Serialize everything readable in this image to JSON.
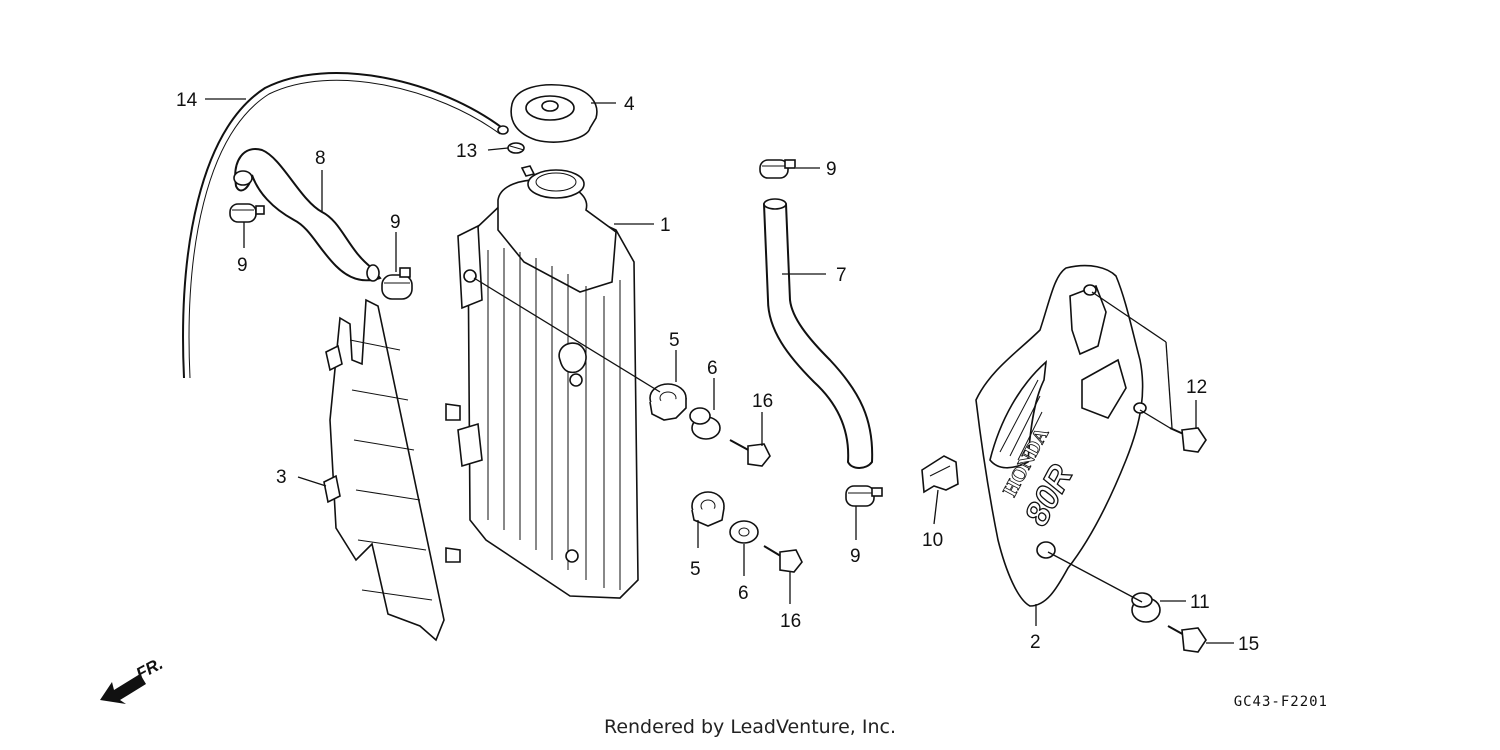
{
  "callouts": {
    "c1": "1",
    "c2": "2",
    "c3": "3",
    "c4": "4",
    "c5a": "5",
    "c5b": "5",
    "c6a": "6",
    "c6b": "6",
    "c7": "7",
    "c8": "8",
    "c9a": "9",
    "c9b": "9",
    "c9c": "9",
    "c9d": "9",
    "c10": "10",
    "c11": "11",
    "c12": "12",
    "c13": "13",
    "c14": "14",
    "c15": "15",
    "c16a": "16",
    "c16b": "16"
  },
  "decal_text": {
    "brand": "HONDA",
    "model": "80R"
  },
  "direction_label": "FR.",
  "ref_code": "GC43-F2201",
  "credit": "Rendered by LeadVenture, Inc."
}
